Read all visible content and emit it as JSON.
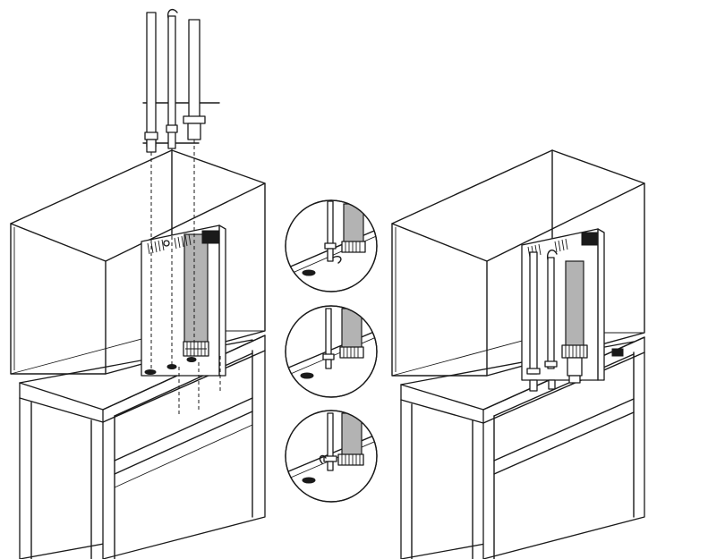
{
  "figure": {
    "panels": [
      "exploded-view",
      "detail-steps",
      "assembled-view"
    ],
    "detail_step_count": 3
  },
  "colors": {
    "line": "#1a1a1a",
    "pipe_fill": "#b3b3b3",
    "background": "#ffffff"
  }
}
